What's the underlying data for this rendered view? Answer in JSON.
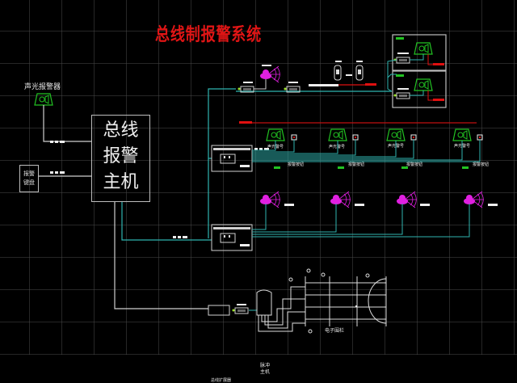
{
  "title": "总线制报警系统",
  "colors": {
    "background": "#000000",
    "title": "#e01515",
    "bus_line": "#2fb5b0",
    "wire": "#d8d8d8",
    "alarm_red": "#e01010",
    "siren_green": "#22c322",
    "detector_magenta": "#e020e0"
  },
  "left": {
    "sound_light_alarm_label": "声光报警器",
    "host_lines": [
      "总线",
      "报警",
      "主机"
    ],
    "keyboard_lines": [
      "报警",
      "键盘"
    ]
  },
  "row2": {
    "siren_labels": [
      "声光警号",
      "声光警号",
      "声光警号",
      "声光警号"
    ],
    "button_labels": [
      "报警按钮",
      "报警按钮",
      "报警按钮",
      "报警按钮"
    ]
  },
  "fence": {
    "label": "电子围栏",
    "controller_lines": [
      "脉冲",
      "主机"
    ],
    "module_label": "总线扩展器"
  },
  "icons": {
    "siren": "sound-light-siren-icon",
    "detector": "pir-detector-icon",
    "beam": "infrared-beam-icon",
    "module": "bus-address-module-icon"
  }
}
